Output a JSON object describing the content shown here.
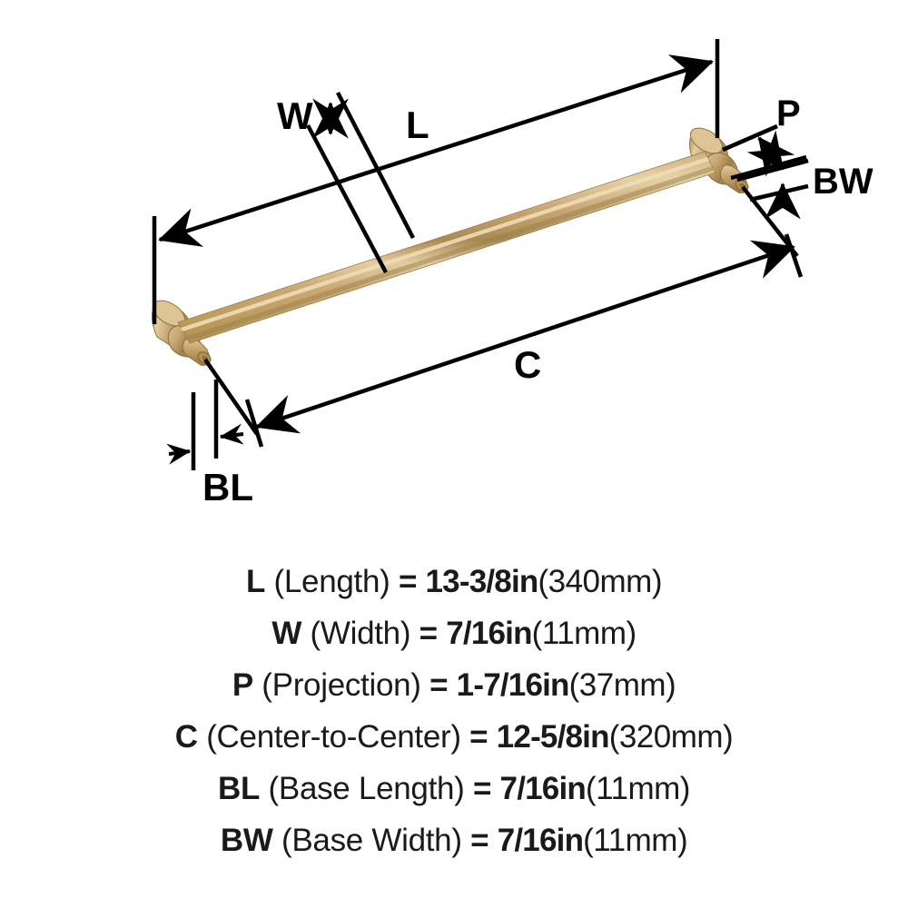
{
  "product": {
    "type": "cabinet-bar-pull",
    "finish_color": "#c9a874",
    "finish_highlight": "#e6d2a8",
    "finish_shadow": "#9c7f4a",
    "line_color": "#000000"
  },
  "diagram": {
    "labels": [
      {
        "key": "W",
        "text": "W",
        "name": "dimension-label-w"
      },
      {
        "key": "L",
        "text": "L",
        "name": "dimension-label-l"
      },
      {
        "key": "P",
        "text": "P",
        "name": "dimension-label-p"
      },
      {
        "key": "BW",
        "text": "BW",
        "name": "dimension-label-bw"
      },
      {
        "key": "C",
        "text": "C",
        "name": "dimension-label-c"
      },
      {
        "key": "BL",
        "text": "BL",
        "name": "dimension-label-bl"
      }
    ]
  },
  "specs": [
    {
      "symbol": "L",
      "description": "(Length)",
      "equals": "=",
      "value_in": "13-3/8in",
      "value_mm": "(340mm)"
    },
    {
      "symbol": "W",
      "description": "(Width)",
      "equals": "=",
      "value_in": "7/16in",
      "value_mm": "(11mm)"
    },
    {
      "symbol": "P",
      "description": "(Projection)",
      "equals": "=",
      "value_in": "1-7/16in",
      "value_mm": "(37mm)"
    },
    {
      "symbol": "C",
      "description": "(Center-to-Center)",
      "equals": "=",
      "value_in": "12-5/8in",
      "value_mm": "(320mm)"
    },
    {
      "symbol": "BL",
      "description": "(Base Length)",
      "equals": "=",
      "value_in": "7/16in",
      "value_mm": "(11mm)"
    },
    {
      "symbol": "BW",
      "description": "(Base Width)",
      "equals": "=",
      "value_in": "7/16in",
      "value_mm": "(11mm)"
    }
  ]
}
